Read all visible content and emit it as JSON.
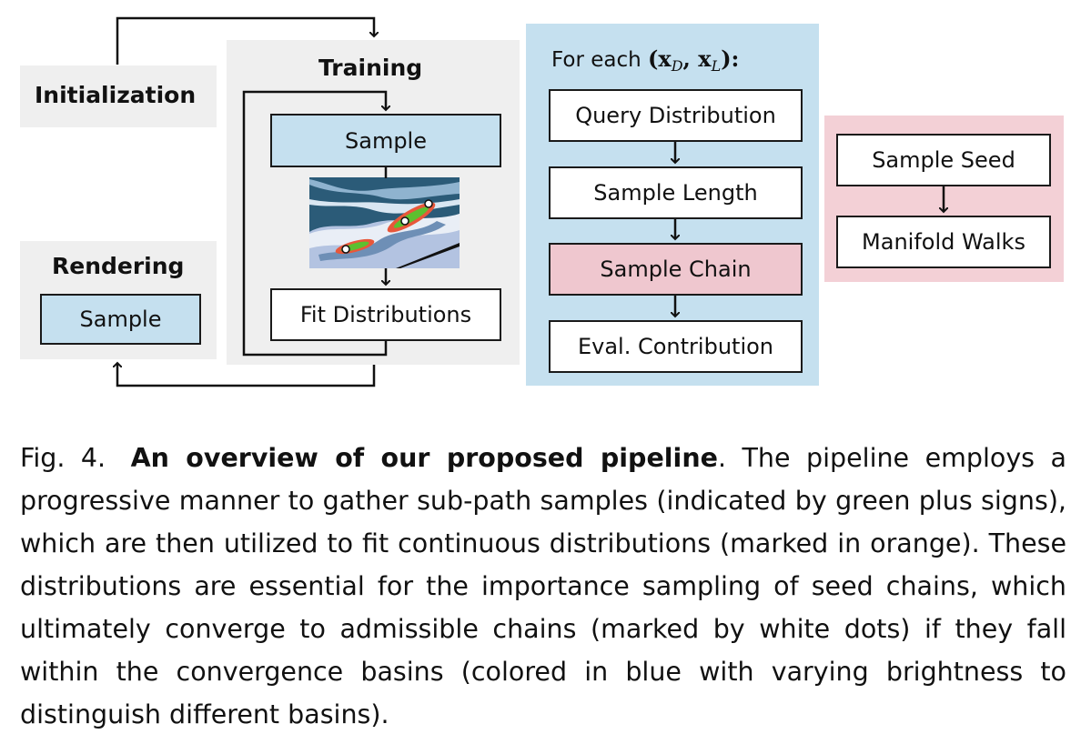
{
  "blocks": {
    "initialization": "Initialization",
    "training": "Training",
    "rendering": "Rendering"
  },
  "training_boxes": {
    "sample": "Sample",
    "fit": "Fit Distributions"
  },
  "rendering_boxes": {
    "sample": "Sample"
  },
  "loop": {
    "prefix": "For each ",
    "open": "(",
    "xd": "x",
    "xd_sub": "D",
    "comma": ", ",
    "xl": "x",
    "xl_sub": "L",
    "close": "):",
    "steps": [
      "Query Distribution",
      "Sample Length",
      "Sample Chain",
      "Eval. Contribution"
    ]
  },
  "chain_steps": [
    "Sample Seed",
    "Manifold Walks"
  ],
  "caption": {
    "label": "Fig. 4.",
    "title": "An overview of our proposed pipeline",
    "body": ". The pipeline employs a progressive manner to gather sub-path samples (indicated by green plus signs), which are then utilized to fit continuous distributions (marked in orange). These distributions are essential for the importance sampling of seed chains, which ultimately converge to admissible chains (marked by white dots) if they fall within the convergence basins (colored in blue with varying brightness to distinguish different basins)."
  },
  "colors": {
    "gray_panel": "#efefef",
    "blue_panel": "#c5e0ef",
    "pink_panel": "#f3d0d6",
    "sample_chain_fill": "#efc7cf"
  }
}
